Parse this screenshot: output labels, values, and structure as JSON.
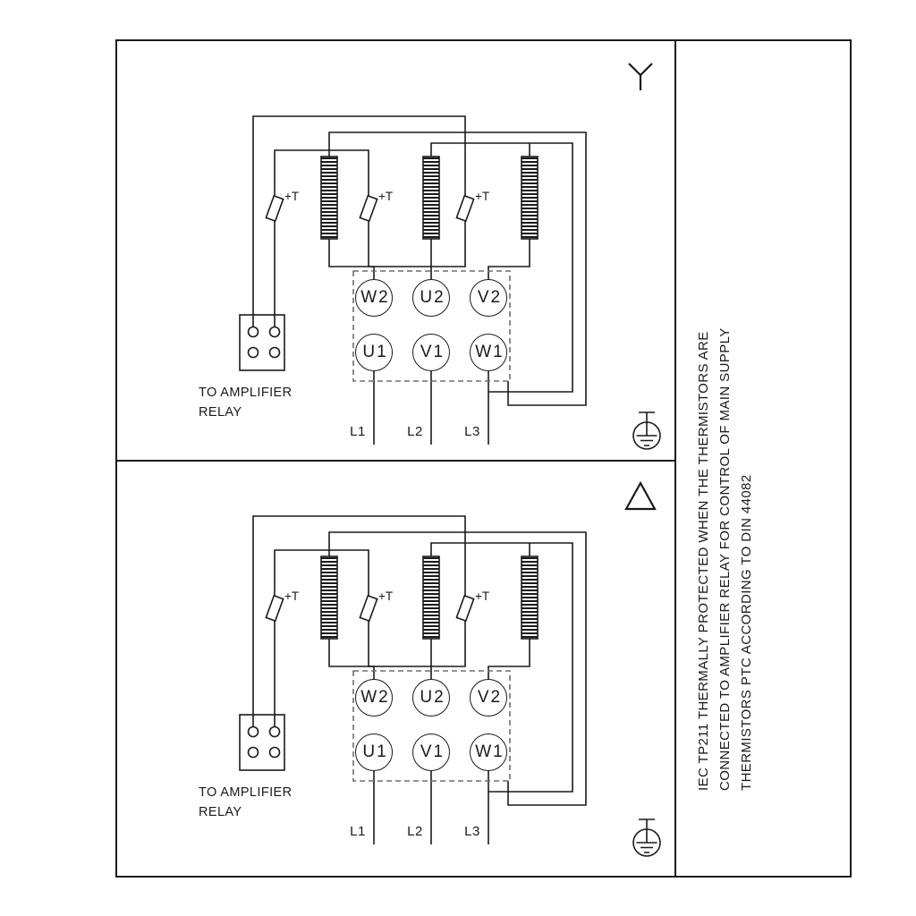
{
  "colors": {
    "line": "#1a1a1a",
    "dashed_box": "#6e6e6e",
    "background": "#ffffff"
  },
  "terminals": {
    "top_row": [
      "W2",
      "U2",
      "V2"
    ],
    "bottom_row": [
      "U1",
      "V1",
      "W1"
    ]
  },
  "supply_lines": [
    "L1",
    "L2",
    "L3"
  ],
  "thermistor_label": "+T",
  "relay_note": {
    "line1": "TO AMPLIFIER",
    "line2": "RELAY"
  },
  "panels": {
    "top": {
      "connection_symbol": "star-icon"
    },
    "bottom": {
      "connection_symbol": "delta-icon"
    }
  },
  "side_note": {
    "line1": "IEC TP211 THERMALLY PROTECTED WHEN THE THERMISTORS ARE",
    "line2": "CONNECTED TO AMPLIFIER RELAY FOR CONTROL OF MAIN SUPPLY",
    "line3": "THERMISTORS PTC ACCORDING TO DIN 44082"
  }
}
